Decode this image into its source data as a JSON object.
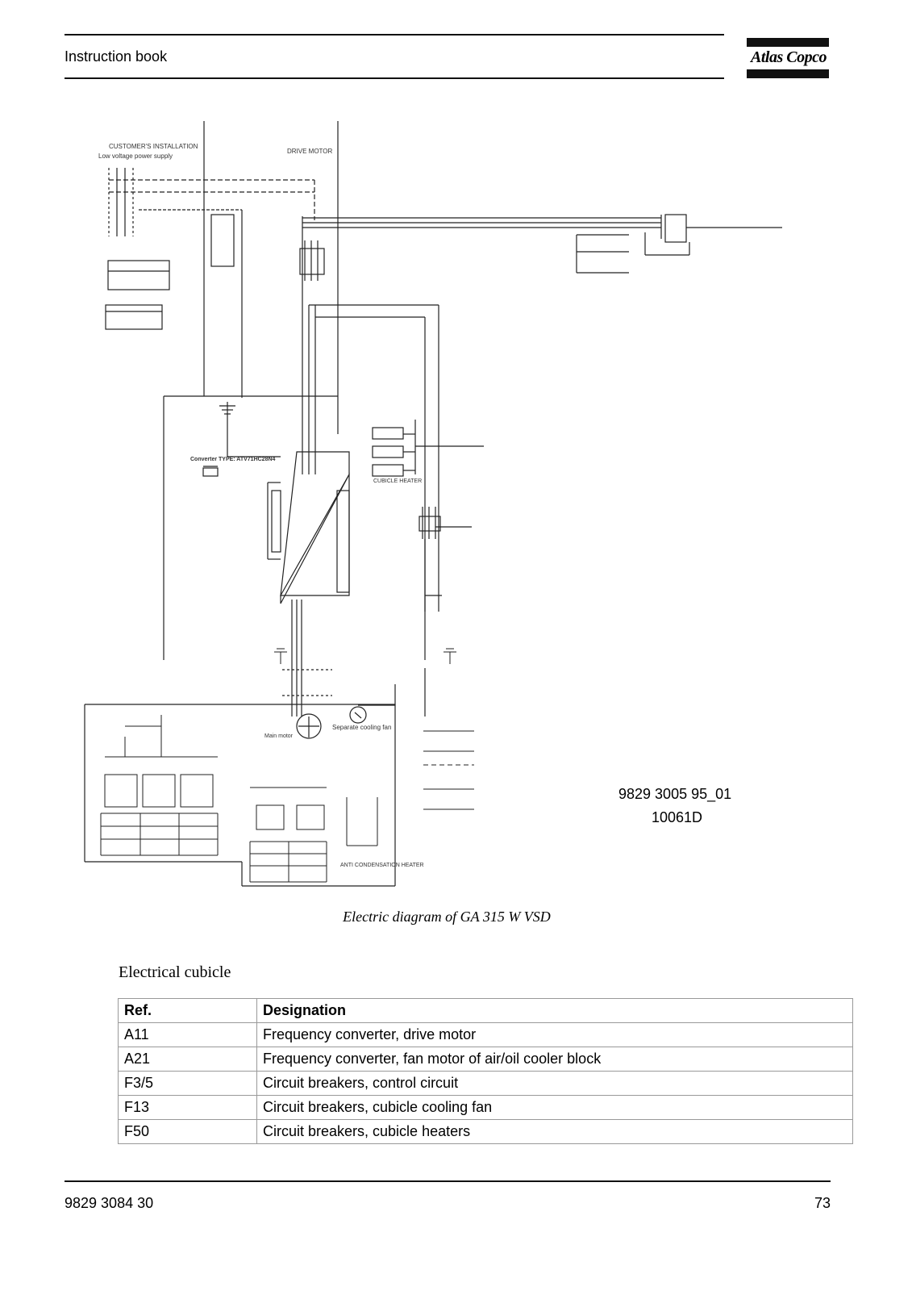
{
  "header": {
    "title": "Instruction book",
    "brand": "Atlas Copco"
  },
  "diagram": {
    "labels": {
      "customer_installation": "CUSTOMER'S INSTALLATION",
      "low_voltage_supply": "Low voltage power supply",
      "drive_motor": "DRIVE MOTOR",
      "converter_type": "Converter TYPE: ATV71HC28N4",
      "cubicle_heater": "CUBICLE HEATER",
      "main_motor": "Main motor",
      "separate_cooling_fan": "Separate cooling fan",
      "anti_condensation_heater": "ANTI CONDENSATION HEATER"
    },
    "doc_numbers": [
      "9829 3005 95_01",
      "10061D"
    ]
  },
  "caption": "Electric diagram of GA 315 W VSD",
  "section_title": "Electrical cubicle",
  "table": {
    "headers": [
      "Ref.",
      "Designation"
    ],
    "rows": [
      [
        "A11",
        "Frequency converter, drive motor"
      ],
      [
        "A21",
        "Frequency converter, fan motor of air/oil cooler block"
      ],
      [
        "F3/5",
        "Circuit breakers, control circuit"
      ],
      [
        "F13",
        "Circuit breakers, cubicle cooling fan"
      ],
      [
        "F50",
        "Circuit breakers, cubicle heaters"
      ]
    ]
  },
  "footer": {
    "doc_number": "9829 3084 30",
    "page": "73"
  }
}
